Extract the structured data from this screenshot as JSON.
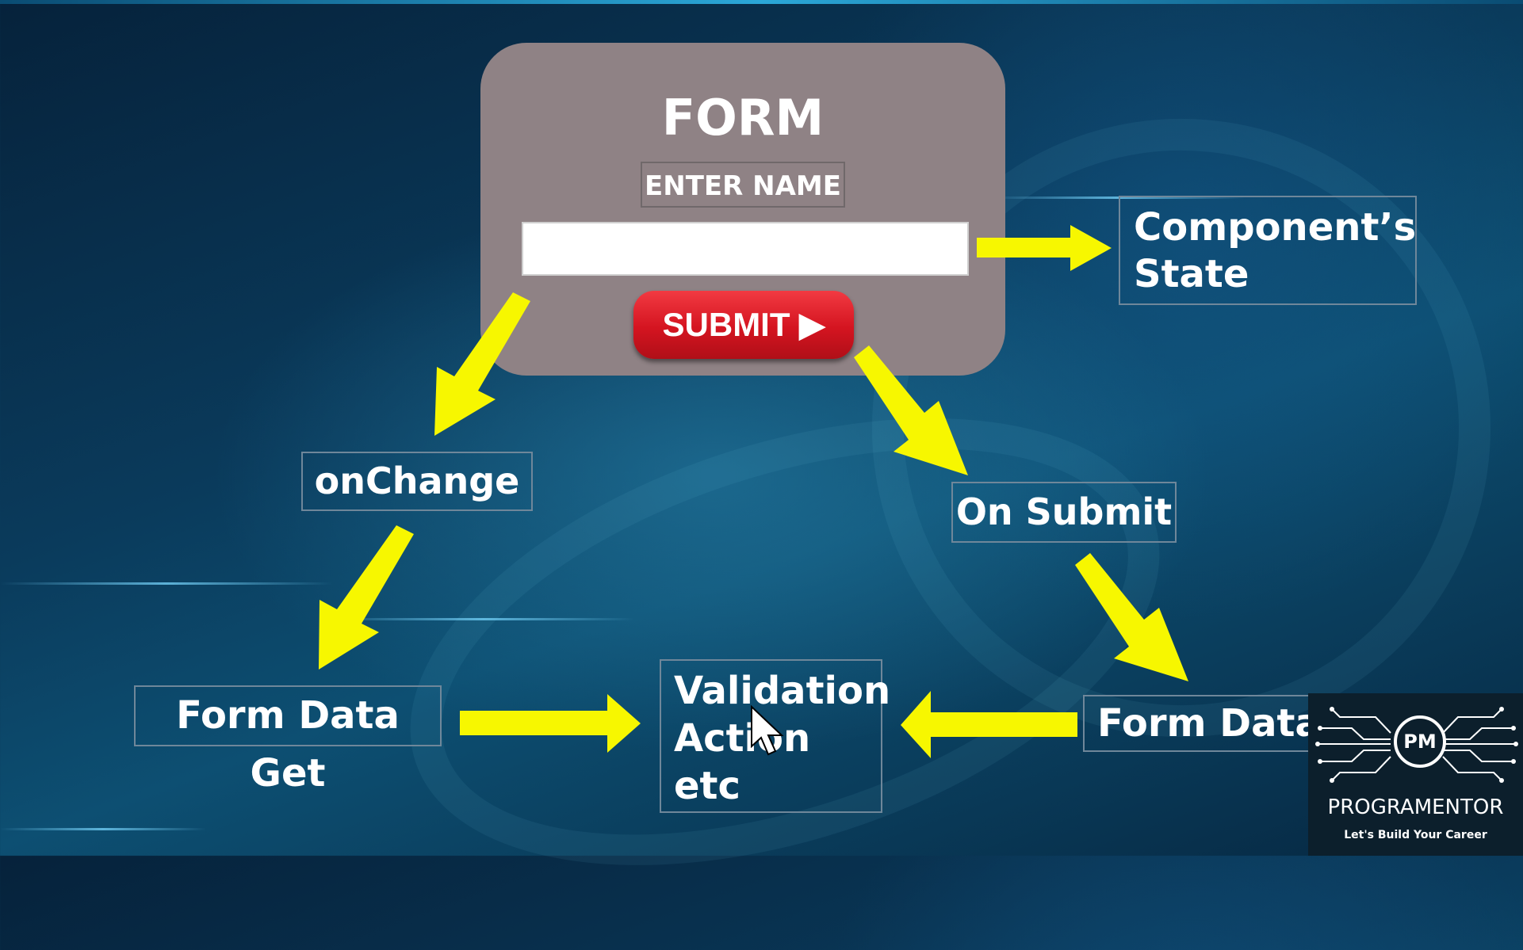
{
  "form": {
    "title": "FORM",
    "label": "ENTER NAME",
    "submit_label": "SUBMIT ▶"
  },
  "nodes": {
    "component_state_line1": "Component’s",
    "component_state_line2": "State",
    "on_change": "onChange",
    "on_submit": "On Submit",
    "form_data_get": "Form Data Get",
    "validation_line1": "Validation",
    "validation_line2": "Action",
    "validation_line3": "etc",
    "form_data_partial": "Form Data"
  },
  "logo": {
    "monogram": "PM",
    "name": "PROGRAMENTOR",
    "tagline": "Let's Build Your Career"
  },
  "colors": {
    "arrow": "#f7f700",
    "form_card": "#8f8285",
    "submit_button": "#d41420"
  }
}
